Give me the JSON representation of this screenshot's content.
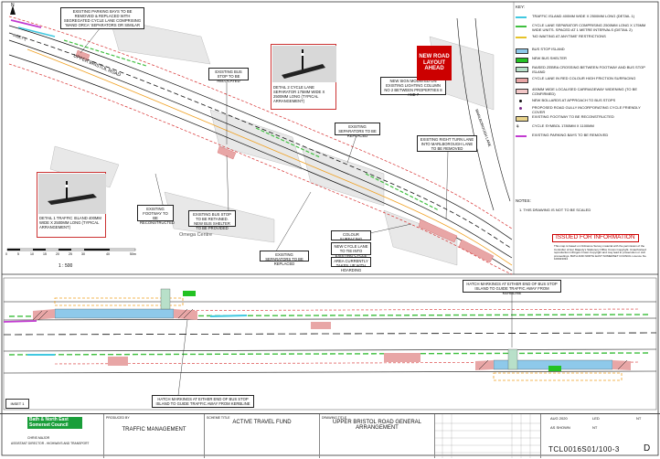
{
  "colors": {
    "road_line": "#111111",
    "red_dash": "#d62d2d",
    "cycle_sep": "#3fbf3f",
    "traffic_island": "#40c8e0",
    "bus_stop_island": "#8ec9ea",
    "bus_shelter": "#23c223",
    "zebra": "#b8e0c9",
    "red_surface": "#e8a6a6",
    "widening": "#f2c7c7",
    "reconstruct": "#e9d48c",
    "parking_remove": "#c23bd1",
    "orange_lane": "#f0a020",
    "stamp": "#cc0000",
    "issued": "#cc0000"
  },
  "plan": {
    "north": "N",
    "inset_label": "INSET 1",
    "street_labels": [
      "UPPER BRISTOL ROAD",
      "MARLBOROUGH LANE",
      "Omega Centre"
    ],
    "scale_ticks": [
      "0",
      "5",
      "10",
      "15",
      "20",
      "25",
      "30",
      "40",
      "50m"
    ],
    "scale_label": "1 : 500"
  },
  "callouts": {
    "parking": "EXISTING PARKING BAYS TO BE REMOVED & REPLACED WITH SEGREGATED CYCLE LANE COMPRISING 'WAND ORCA' SEPARATORS OR SIMILAR",
    "bus_relocated": "EXISTING BUS STOP TO BE RELOCATED",
    "separators_replaced_top": "EXISTING SEPARATORS TO BE REPLACED",
    "right_turn": "EXISTING RIGHT TURN LANE INTO MARLBOROUGH LANE TO BE REMOVED",
    "footway": "EXISTING FOOTWAY TO BE RECONSTRUCTED",
    "bus_retained": "EXISTING BUS STOP TO BE RETAINED. NEW BUS SHELTER TO BE PROVIDED",
    "separators_replaced_bottom": "EXISTING SEPARATORS TO BE REPLACED",
    "colour_surfacing": "COLOUR SURFACING ACROSS JUNCTION",
    "new_cycle_lane": "NEW CYCLE LANE TO TIE INTO EXISTING CYCLE INFRASTRUCTURE",
    "area_taken": "AREA CURRENTLY TAKEN UP WITH HOARDING",
    "new_sign": "NEW SIGN MOUNTED ON EXISTING LIGHTING COLUMN NO 2 BETWEEN PROPERTIES 8 AND 7",
    "hatch_top": "HATCH MARKINGS AT EITHER END OF BUS STOP ISLAND TO GUIDE TRAFFIC AWAY FROM KERBLINE",
    "hatch_bottom": "HATCH MARKINGS AT EITHER END OF BUS STOP ISLAND TO GUIDE TRAFFIC AWAY FROM KERBLINE"
  },
  "details": {
    "detail1": "DETAIL 1 TRAFFIC ISLAND 400mm WIDE x 2500mm LONG (TYPICAL ARRANGEMENT)",
    "detail2": "DETAIL 2 CYCLE LANE SEPARATOR 175mm WIDE x 2500mm LONG (TYPICAL ARRANGEMENT)"
  },
  "stamp": "NEW ROAD LAYOUT AHEAD",
  "key": {
    "title": "KEY:",
    "items": [
      {
        "label": "TRAFFIC ISLAND 400mm WIDE x 2500mm LONG (DETAIL 1)",
        "color": "#40c8e0",
        "kind": "line"
      },
      {
        "label": "CYCLE LANE SEPARATOR COMPRISING 2500mm LONG x 175mm WIDE UNITS. SPACED AT 1 METRE INTERVALS (DETAIL 2)",
        "color": "#3fbf3f",
        "kind": "line"
      },
      {
        "label": "'NO WAITING AT ANYTIME' RESTRICTIONS",
        "color": "#e6c228",
        "kind": "line"
      },
      {
        "label": "BUS STOP ISLAND",
        "color": "#8ec9ea",
        "kind": "box"
      },
      {
        "label": "NEW BUS SHELTER",
        "color": "#23c223",
        "kind": "box"
      },
      {
        "label": "RAISED ZEBRA CROSSING BETWEEN FOOTWAY AND BUS STOP ISLAND",
        "color": "#b8e0c9",
        "kind": "box"
      },
      {
        "label": "CYCLE LANE IN RED COLOUR HIGH FRICTION SURFACING",
        "color": "#e8a6a6",
        "kind": "box"
      },
      {
        "label": "400mm WIDE LOCALISED CARRIAGEWAY WIDENING (TO BE CONFIRMED)",
        "color": "#f2c7c7",
        "kind": "box"
      },
      {
        "label": "NEW BOLLARDS AT APPROACH TO BUS STOPS",
        "color": "#111111",
        "kind": "dot"
      },
      {
        "label": "PROPOSED ROAD GULLY INCORPORATING CYCLE FRIENDLY COVER",
        "color": "#7a2a8a",
        "kind": "dot"
      },
      {
        "label": "EXISTING FOOTWAY TO BE RECONSTRUCTED",
        "color": "#e9d48c",
        "kind": "box"
      },
      {
        "label": "CYCLE SYMBOL 1780mm x 1100mm",
        "color": "#111111",
        "kind": "glyph"
      },
      {
        "label": "EXISTING PARKING BAYS TO BE REMOVED",
        "color": "#c23bd1",
        "kind": "line"
      }
    ]
  },
  "notes": {
    "title": "NOTES:",
    "item": "1. THIS DRAWING IS NOT TO BE SCALED"
  },
  "issued": "ISSUED FOR INFORMATION",
  "copyright": "This map is based on Ordnance Survey material with the permission of the Controller of Her Majesty's Stationery Office Crown Copyright. Unauthorised reproduction infringes Crown Copyright and may lead to prosecution or civil proceedings. BATH AND NORTH EAST SOMERSET COUNCIL Licence No. 100023334",
  "title_block": {
    "council": "Bath & North East Somerset Council",
    "person": "CHRIS MAJOR",
    "role": "ASSISTANT DIRECTOR - HIGHWAYS AND TRANSPORT",
    "produced_by_head": "PRODUCED BY",
    "produced_by": "TRAFFIC MANAGEMENT",
    "scheme_head": "SCHEME TITLE",
    "scheme": "ACTIVE TRAVEL FUND",
    "drawing_head": "DRAWING TITLE",
    "drawing": "UPPER BRISTOL ROAD GENERAL ARRANGEMENT",
    "date": "AUG 2020",
    "drawn": "LED",
    "scale": "AS SHOWN",
    "checked": "NT",
    "approved": "NT",
    "rev": "D",
    "drawing_no": "TCL0016S01/100-3",
    "inset_label": "INSET 1"
  }
}
